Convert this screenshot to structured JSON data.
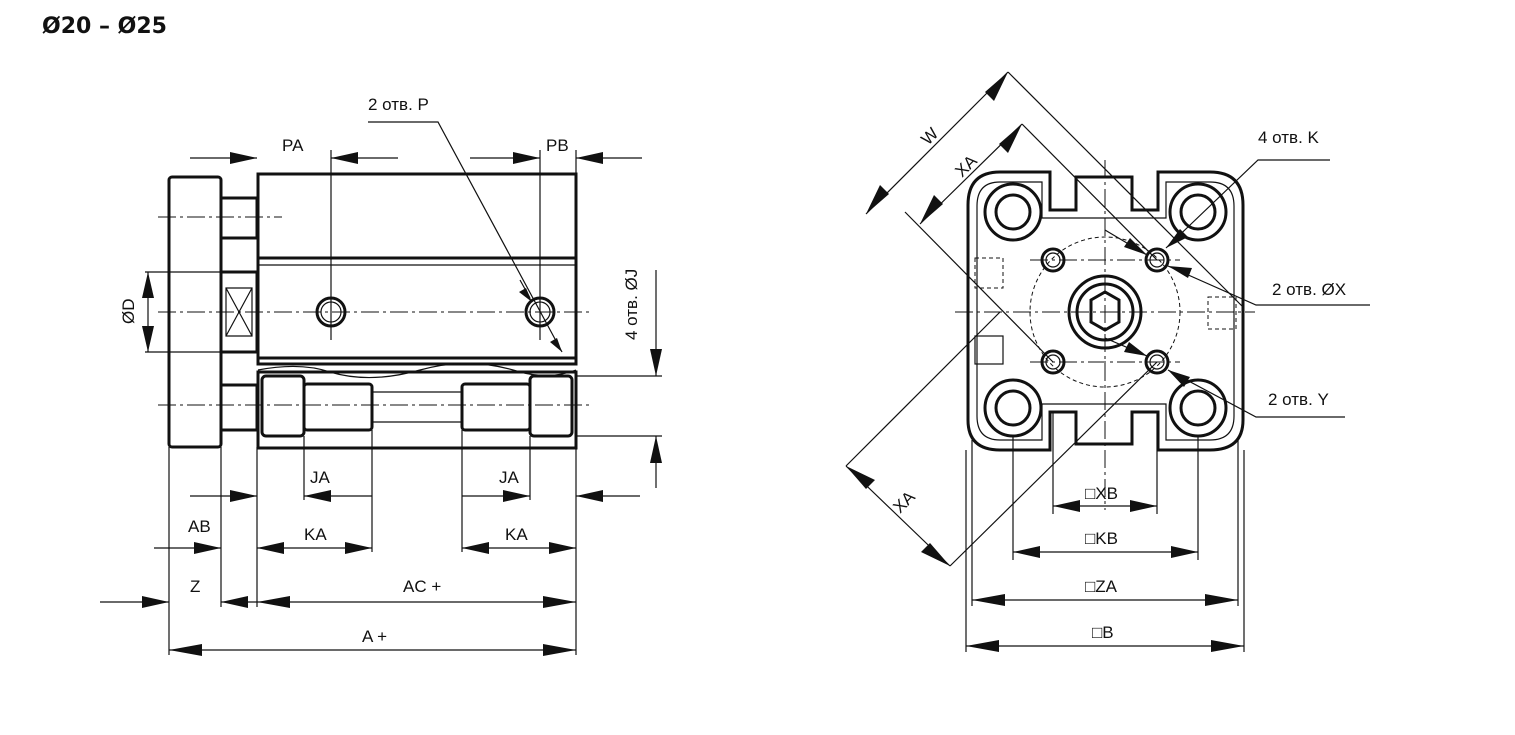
{
  "title": "Ø20 – Ø25",
  "side_view": {
    "labels": {
      "p": "2 отв. P",
      "pa": "PA",
      "pb": "PB",
      "d": "ØD",
      "j": "4 отв. ØJ",
      "ja_left": "JA",
      "ja_right": "JA",
      "ab": "AB",
      "ka_left": "KA",
      "ka_right": "KA",
      "z": "Z",
      "ac": "AC +",
      "a": "A +"
    }
  },
  "front_view": {
    "labels": {
      "w": "W",
      "xa_top": "XA",
      "xa_bottom": "XA",
      "k": "4 отв. K",
      "x": "2 отв. ØX",
      "y": "2 отв. Y",
      "xb": "□XB",
      "kb": "□KB",
      "za": "□ZA",
      "b": "□B"
    }
  }
}
